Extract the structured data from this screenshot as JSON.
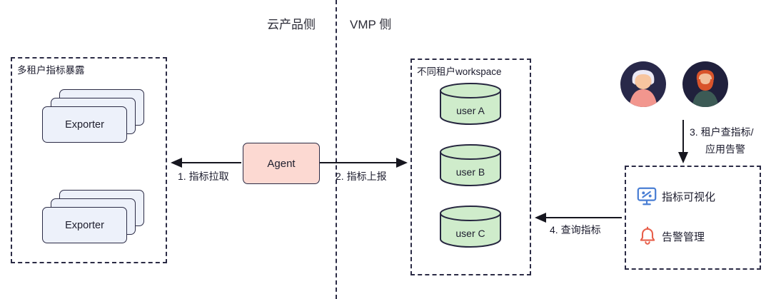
{
  "sections": {
    "left_title": "云产品侧",
    "right_title": "VMP 侧"
  },
  "exporter_box": {
    "title": "多租户指标暴露",
    "stacks": [
      {
        "label": "Exporter"
      },
      {
        "label": "Exporter"
      }
    ]
  },
  "agent": {
    "label": "Agent"
  },
  "workspace_box": {
    "title": "不同租户workspace",
    "databases": [
      {
        "label": "user A"
      },
      {
        "label": "user B"
      },
      {
        "label": "user C"
      }
    ]
  },
  "console_box": {
    "items": [
      {
        "icon": "monitor-icon",
        "label": "指标可视化"
      },
      {
        "icon": "bell-icon",
        "label": "告警管理"
      }
    ]
  },
  "arrows": {
    "pull_label": "1. 指标拉取",
    "report_label": "2. 指标上报",
    "user_query_line1": "3. 租户查指标/",
    "user_query_line2": "应用告警",
    "query_label": "4. 查询指标"
  },
  "colors": {
    "exporter_fill": "#edf1fa",
    "agent_fill": "#fcd9d2",
    "database_fill": "#cfeccb",
    "line_dark": "#2b2b45",
    "monitor_icon": "#4a7fd4",
    "bell_icon": "#e8604c"
  }
}
